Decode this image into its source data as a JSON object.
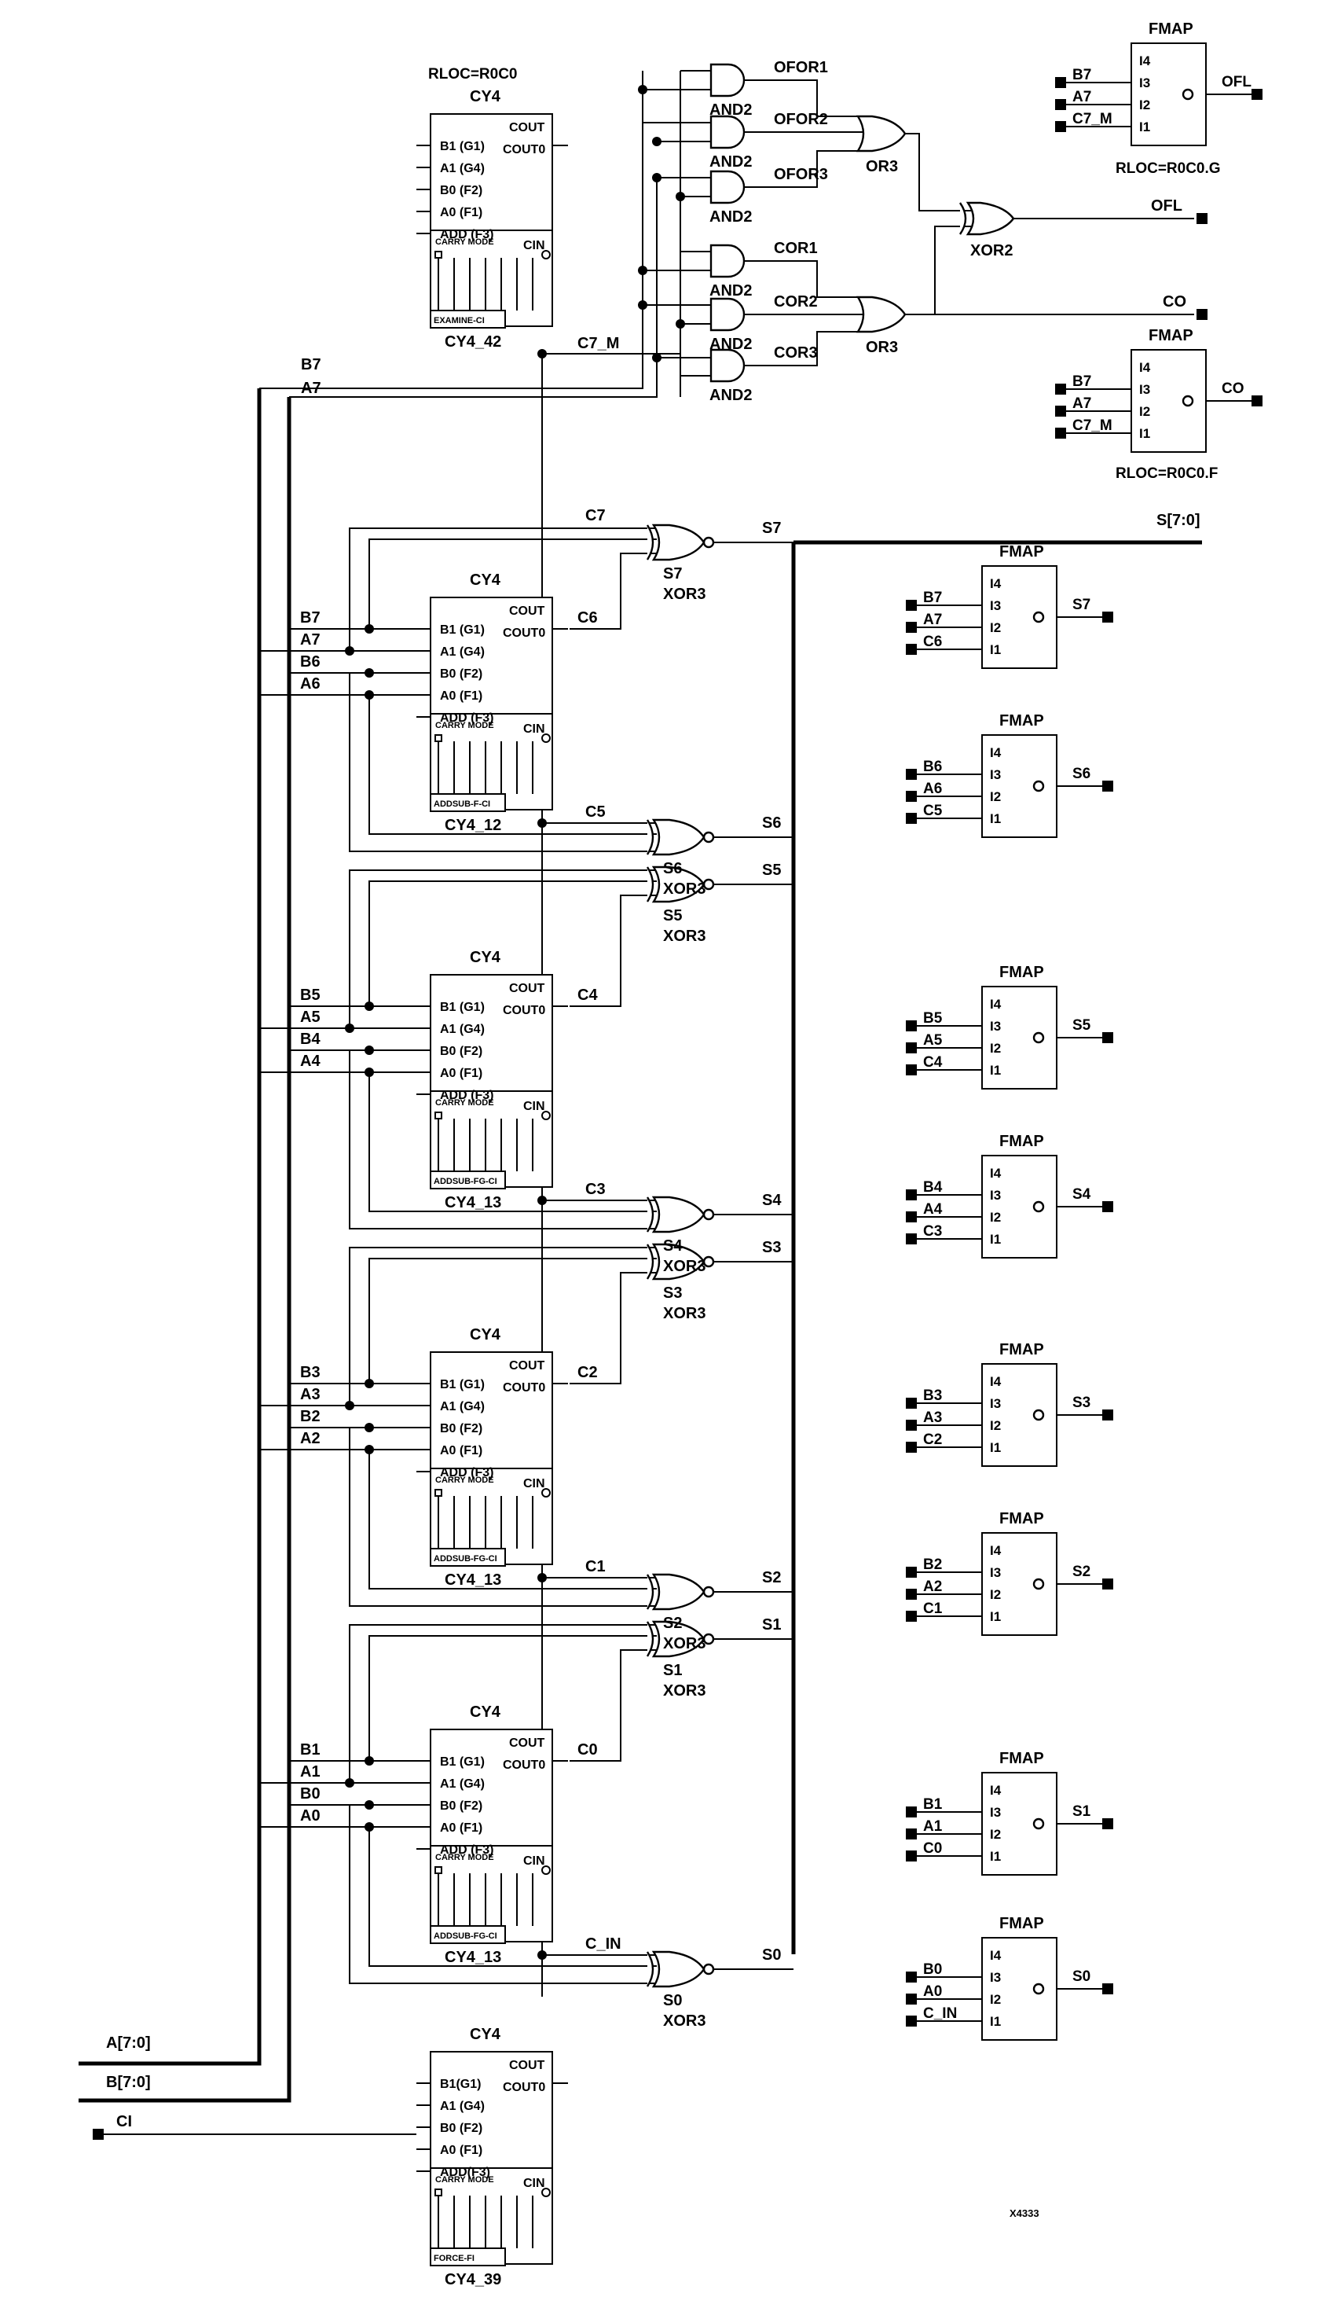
{
  "top": {
    "rloc_cy4": "RLOC=R0C0",
    "fmap_g_rloc": "RLOC=R0C0.G",
    "fmap_f_rloc": "RLOC=R0C0.F",
    "ofl": "OFL",
    "co": "CO",
    "xor2": "XOR2",
    "c7m": "C7_M",
    "gates": [
      {
        "net": "OFOR1",
        "type": "AND2"
      },
      {
        "net": "OFOR2",
        "type": "AND2"
      },
      {
        "net": "OFOR3",
        "type": "AND2"
      },
      {
        "net": "COR1",
        "type": "AND2"
      },
      {
        "net": "COR2",
        "type": "AND2"
      },
      {
        "net": "COR3",
        "type": "AND2"
      }
    ],
    "or3": "OR3"
  },
  "cy4_pins": {
    "title": "CY4",
    "inputs": [
      "B1 (G1)",
      "A1 (G4)",
      "B0 (F2)",
      "A0 (F1)",
      "ADD (F3)"
    ],
    "last_inputs": [
      "B1(G1)",
      "A1 (G4)",
      "B0 (F2)",
      "A0 (F1)",
      "ADD(F3)"
    ],
    "cout": "COUT",
    "cout0": "COUT0",
    "cin": "CIN",
    "carrymode": "CARRY MODE"
  },
  "cy4_blocks": [
    {
      "name": "CY4_42",
      "mode": "EXAMINE-CI",
      "in": [
        "",
        "",
        "",
        ""
      ]
    },
    {
      "name": "CY4_12",
      "mode": "ADDSUB-F-CI",
      "in": [
        "B7",
        "A7",
        "B6",
        "A6"
      ],
      "cout": "C6"
    },
    {
      "name": "CY4_13",
      "mode": "ADDSUB-FG-CI",
      "in": [
        "B5",
        "A5",
        "B4",
        "A4"
      ],
      "cout": "C4"
    },
    {
      "name": "CY4_13",
      "mode": "ADDSUB-FG-CI",
      "in": [
        "B3",
        "A3",
        "B2",
        "A2"
      ],
      "cout": "C2"
    },
    {
      "name": "CY4_13",
      "mode": "ADDSUB-FG-CI",
      "in": [
        "B1",
        "A1",
        "B0",
        "A0"
      ],
      "cout": "C0"
    },
    {
      "name": "CY4_39",
      "mode": "FORCE-FI",
      "in": [
        "",
        "",
        "",
        ""
      ]
    }
  ],
  "top_inputs": {
    "b": "B7",
    "a": "A7"
  },
  "xor3": [
    {
      "inst": "S7",
      "type": "XOR3",
      "out": "S7",
      "carry": "C7"
    },
    {
      "inst": "S6",
      "type": "XOR3",
      "out": "S6",
      "carry": "C5"
    },
    {
      "inst": "S5",
      "type": "XOR3",
      "out": "S5",
      "carry": ""
    },
    {
      "inst": "S4",
      "type": "XOR3",
      "out": "S4",
      "carry": "C3"
    },
    {
      "inst": "S3",
      "type": "XOR3",
      "out": "S3",
      "carry": ""
    },
    {
      "inst": "S2",
      "type": "XOR3",
      "out": "S2",
      "carry": "C1"
    },
    {
      "inst": "S1",
      "type": "XOR3",
      "out": "S1",
      "carry": ""
    },
    {
      "inst": "S0",
      "type": "XOR3",
      "out": "S0",
      "carry": "C_IN"
    }
  ],
  "sbus": "S[7:0]",
  "abus": "A[7:0]",
  "bbus": "B[7:0]",
  "ci": "CI",
  "fmap_title": "FMAP",
  "fmap_pins": [
    "I4",
    "I3",
    "I2",
    "I1"
  ],
  "fmaps": [
    {
      "inputs": [
        "B7",
        "A7",
        "C7_M"
      ],
      "out": "OFL"
    },
    {
      "inputs": [
        "B7",
        "A7",
        "C7_M"
      ],
      "out": "CO"
    },
    {
      "inputs": [
        "B7",
        "A7",
        "C6"
      ],
      "out": "S7"
    },
    {
      "inputs": [
        "B6",
        "A6",
        "C5"
      ],
      "out": "S6"
    },
    {
      "inputs": [
        "B5",
        "A5",
        "C4"
      ],
      "out": "S5"
    },
    {
      "inputs": [
        "B4",
        "A4",
        "C3"
      ],
      "out": "S4"
    },
    {
      "inputs": [
        "B3",
        "A3",
        "C2"
      ],
      "out": "S3"
    },
    {
      "inputs": [
        "B2",
        "A2",
        "C1"
      ],
      "out": "S2"
    },
    {
      "inputs": [
        "B1",
        "A1",
        "C0"
      ],
      "out": "S1"
    },
    {
      "inputs": [
        "B0",
        "A0",
        "C_IN"
      ],
      "out": "S0"
    }
  ],
  "figure_id": "X4333"
}
